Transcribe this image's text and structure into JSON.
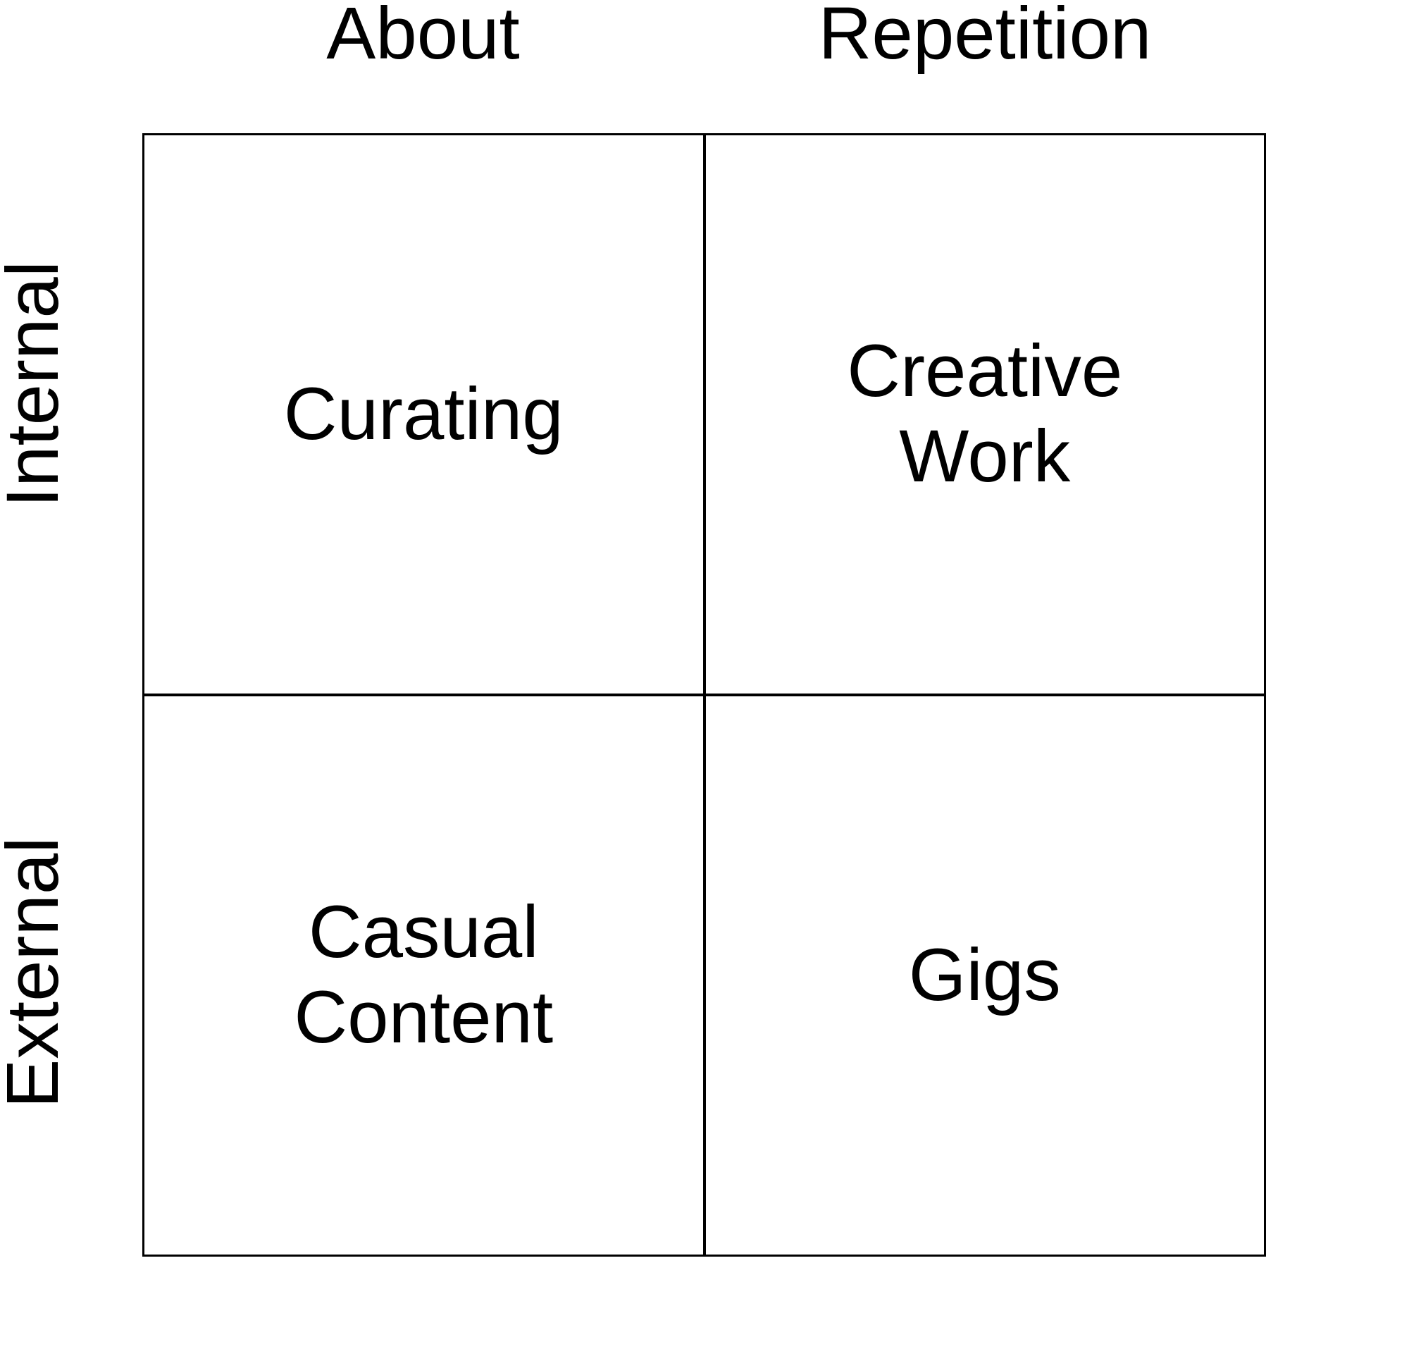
{
  "matrix": {
    "columns": [
      {
        "label": "About"
      },
      {
        "label": "Repetition"
      }
    ],
    "rows": [
      {
        "label": "Internal"
      },
      {
        "label": "External"
      }
    ],
    "quadrants": [
      {
        "row": "Internal",
        "column": "About",
        "label": "Curating"
      },
      {
        "row": "Internal",
        "column": "Repetition",
        "label": "Creative\nWork"
      },
      {
        "row": "External",
        "column": "About",
        "label": "Casual\nContent"
      },
      {
        "row": "External",
        "column": "Repetition",
        "label": "Gigs"
      }
    ],
    "colors": {
      "line": "#000000",
      "text": "#000000",
      "background": "#ffffff"
    }
  }
}
